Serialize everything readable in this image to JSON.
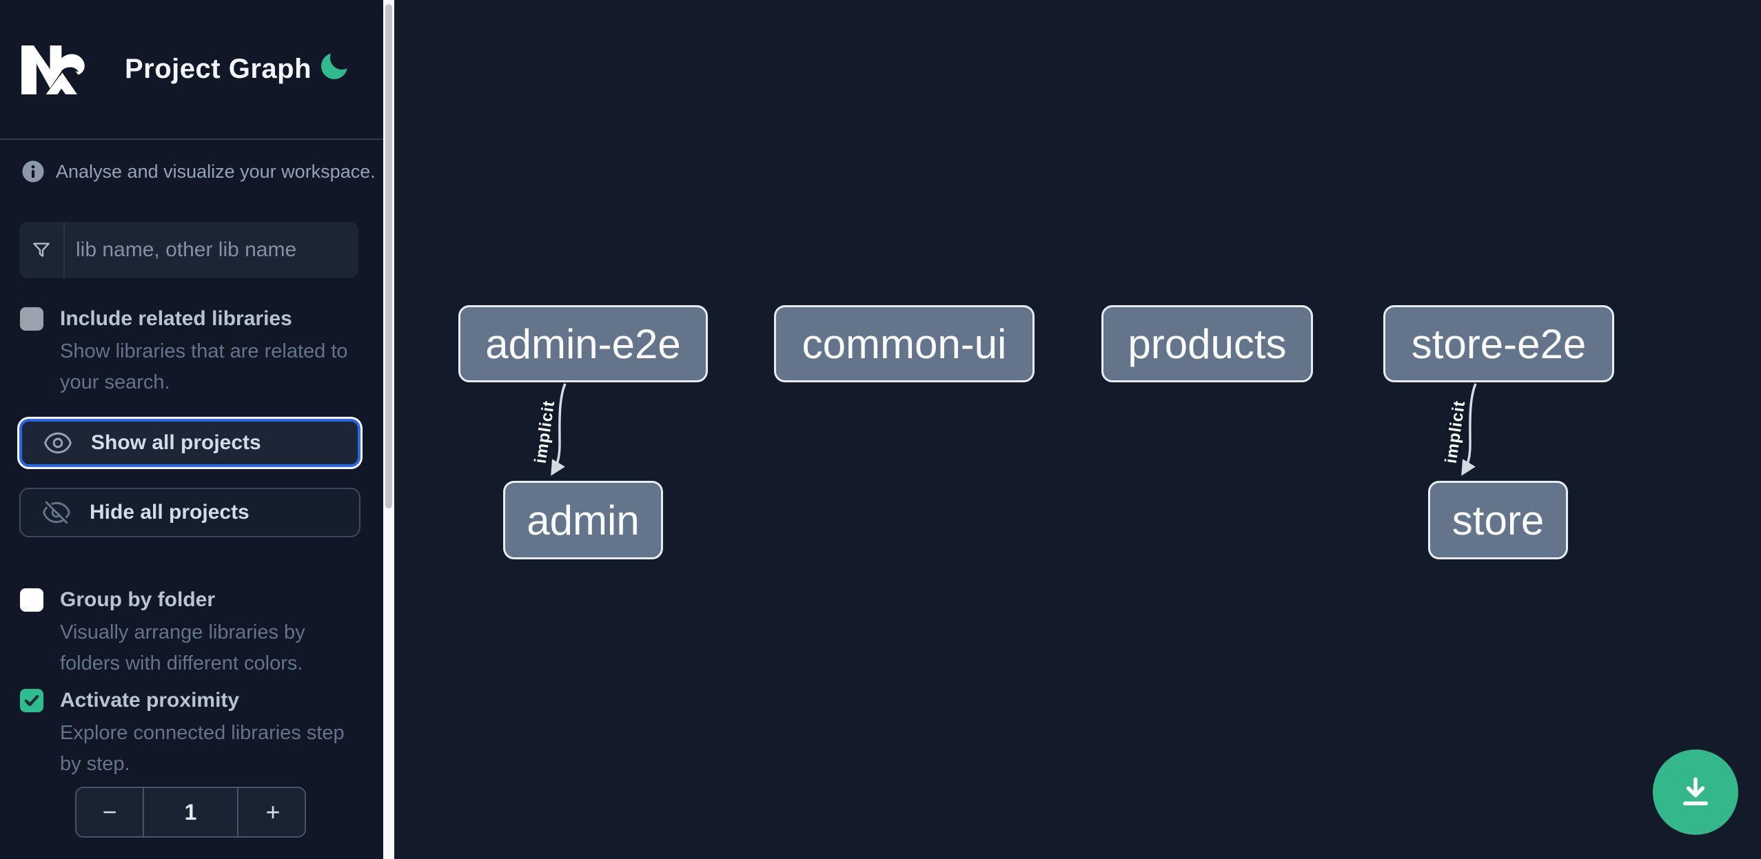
{
  "app": {
    "title": "Project Graph"
  },
  "sidebar": {
    "tagline": "Analyse and visualize your workspace.",
    "search": {
      "placeholder": "lib name, other lib name"
    },
    "include_related": {
      "label": "Include related libraries",
      "description": "Show libraries that are related to your search.",
      "checked": false
    },
    "actions": {
      "show_all": "Show all projects",
      "hide_all": "Hide all projects"
    },
    "group_by_folder": {
      "label": "Group by folder",
      "description": "Visually arrange libraries by folders with different colors.",
      "checked": false
    },
    "activate_proximity": {
      "label": "Activate proximity",
      "description": "Explore connected libraries step by step.",
      "checked": true
    },
    "proximity_stepper": {
      "decrement": "−",
      "value": "1",
      "increment": "+"
    }
  },
  "graph": {
    "nodes": [
      {
        "label": "admin-e2e"
      },
      {
        "label": "common-ui"
      },
      {
        "label": "products"
      },
      {
        "label": "store-e2e"
      },
      {
        "label": "admin"
      },
      {
        "label": "store"
      }
    ],
    "edges": [
      {
        "source": "admin-e2e",
        "target": "admin",
        "label": "implicit"
      },
      {
        "source": "store-e2e",
        "target": "store",
        "label": "implicit"
      }
    ]
  },
  "colors": {
    "accent_teal": "#2fbb8f",
    "focus_blue": "#2966e8",
    "node_fill": "#64748b",
    "node_border": "#e8edf3",
    "sidebar_bg": "#111726",
    "canvas_bg": "#131a29"
  }
}
